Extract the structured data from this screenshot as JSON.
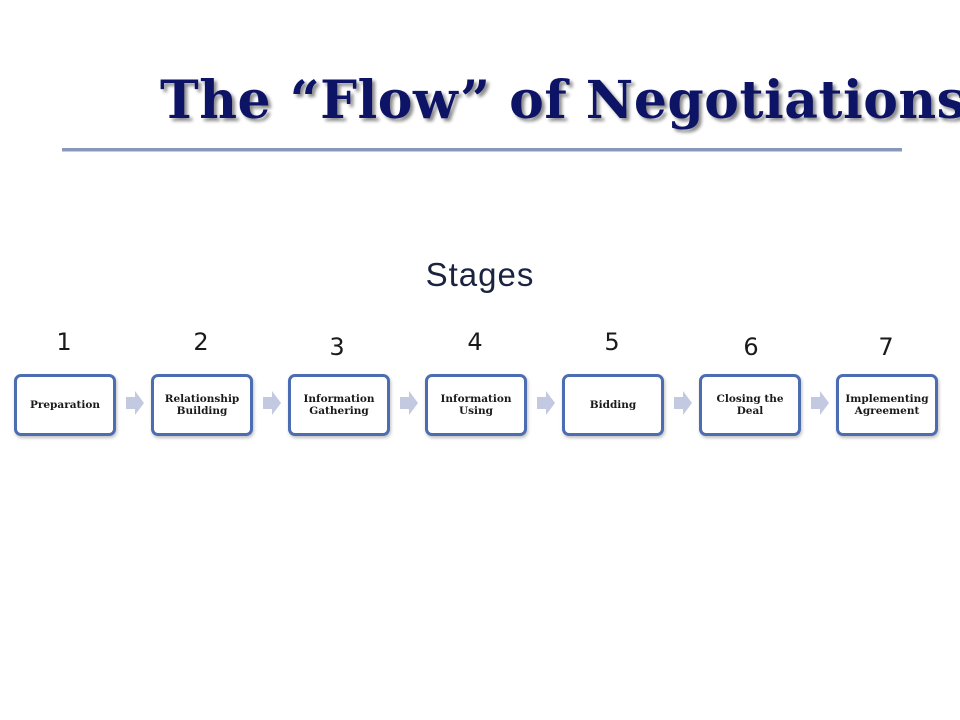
{
  "slide": {
    "title": "The “Flow” of Negotiations",
    "subtitle": "Stages"
  },
  "stages": [
    {
      "number": "1",
      "label": "Preparation"
    },
    {
      "number": "2",
      "label": "Relationship Building"
    },
    {
      "number": "3",
      "label": "Information Gathering"
    },
    {
      "number": "4",
      "label": "Information Using"
    },
    {
      "number": "5",
      "label": "Bidding"
    },
    {
      "number": "6",
      "label": "Closing the Deal"
    },
    {
      "number": "7",
      "label": "Implementing Agreement"
    }
  ],
  "colors": {
    "title": "#0d1466",
    "box_border": "#4d6db3",
    "arrow": "#c2c9e0"
  }
}
